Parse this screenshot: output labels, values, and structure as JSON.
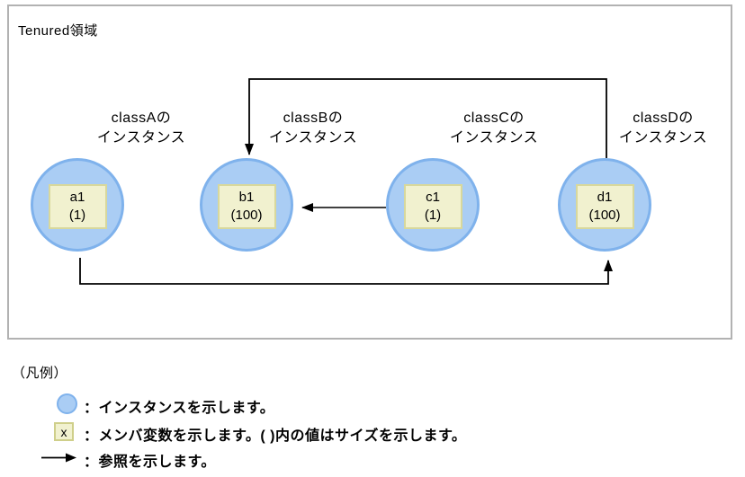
{
  "diagram": {
    "region_label": "Tenured領域",
    "instances": [
      {
        "class_label": "classAの\nインスタンス",
        "name": "a1",
        "size": "(1)"
      },
      {
        "class_label": "classBの\nインスタンス",
        "name": "b1",
        "size": "(100)"
      },
      {
        "class_label": "classCの\nインスタンス",
        "name": "c1",
        "size": "(1)"
      },
      {
        "class_label": "classDの\nインスタンス",
        "name": "d1",
        "size": "(100)"
      }
    ],
    "references": [
      {
        "from": "c1",
        "to": "b1"
      },
      {
        "from": "d1",
        "to": "b1"
      },
      {
        "from": "a1",
        "to": "d1"
      }
    ],
    "colors": {
      "instance_fill": "#aacdf4",
      "instance_border": "#7fb2ec",
      "member_fill": "#f1f1cf",
      "member_border": "#d8d89c",
      "arrow": "#000000",
      "panel_border": "#b2b2b2"
    }
  },
  "legend": {
    "title": "（凡例）",
    "items": [
      {
        "icon": "instance-circle-icon",
        "label": "：インスタンスを示します。"
      },
      {
        "icon": "member-box-icon",
        "symbol": "x",
        "label": "：メンバ変数を示します。( )内の値はサイズを示します。"
      },
      {
        "icon": "reference-arrow-icon",
        "label": "：参照を示します。"
      }
    ]
  }
}
